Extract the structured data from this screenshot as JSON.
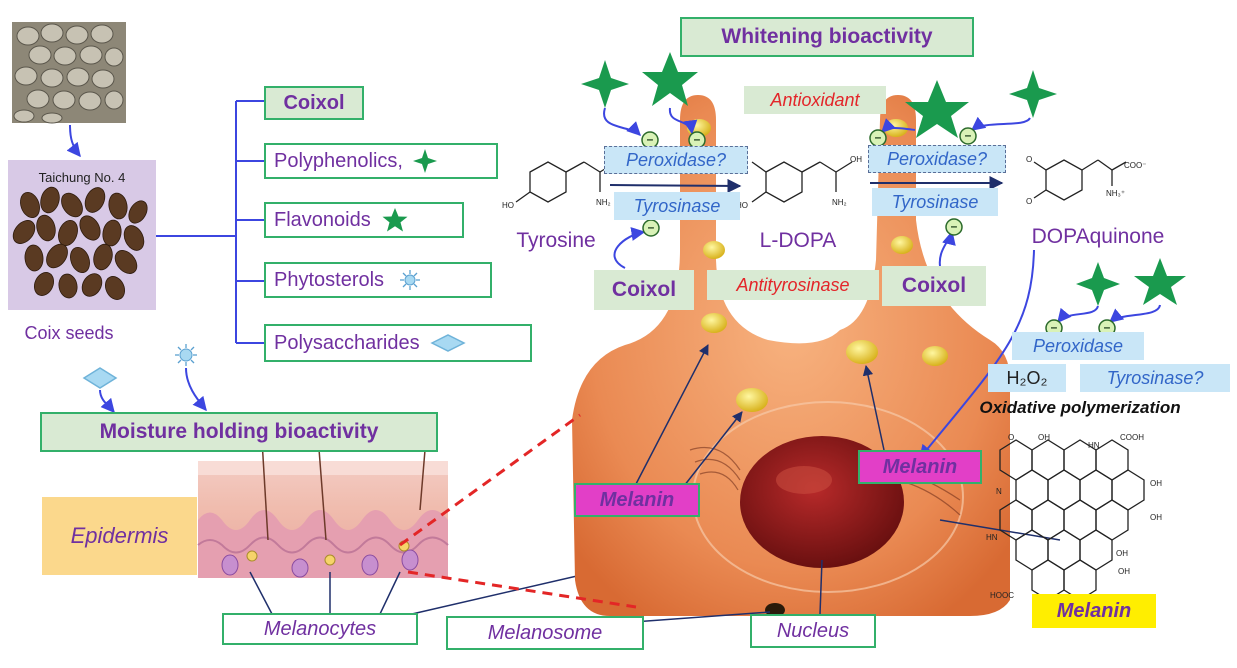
{
  "source": {
    "variety_label": "Taichung No. 4",
    "seeds_label": "Coix seeds"
  },
  "components": [
    {
      "label": "Coixol",
      "icon": "none"
    },
    {
      "label": "Polyphenolics,",
      "icon": "four-point-star-icon"
    },
    {
      "label": "Flavonoids",
      "icon": "star-icon"
    },
    {
      "label": "Phytosterols",
      "icon": "sunburst-icon"
    },
    {
      "label": "Polysaccharides",
      "icon": "diamond-icon"
    }
  ],
  "bioactivities": {
    "moisture": "Moisture holding bioactivity",
    "whitening": "Whitening bioactivity"
  },
  "skin": {
    "epidermis": "Epidermis",
    "melanocytes": "Melanocytes",
    "melanosome": "Melanosome",
    "nucleus": "Nucleus",
    "melanin_left": "Melanin",
    "melanin_center": "Melanin",
    "melanin_structure": "Melanin"
  },
  "pathway": {
    "tyrosine": "Tyrosine",
    "l_dopa": "L-DOPA",
    "dopaquinone": "DOPAquinone",
    "peroxidase_q1": "Peroxidase?",
    "peroxidase_q2": "Peroxidase?",
    "tyrosinase1": "Tyrosinase",
    "tyrosinase2": "Tyrosinase",
    "antioxidant": "Antioxidant",
    "antityrosinase": "Antityrosinase",
    "coixol1": "Coixol",
    "coixol2": "Coixol",
    "peroxidase": "Peroxidase",
    "h2o2": "H₂O₂",
    "tyrosinase_q": "Tyrosinase?",
    "oxidative": "Oxidative polymerization",
    "inhibit_sign": "–"
  },
  "colors": {
    "purple": "#7030a0",
    "green_border": "#33b06a",
    "star_green": "#1a9a4e",
    "blue_arrow": "#3c46e0",
    "red_text": "#e3262a",
    "pink": "#e23fc7",
    "yellow": "#ffee00",
    "cell": "#eb8b55"
  }
}
